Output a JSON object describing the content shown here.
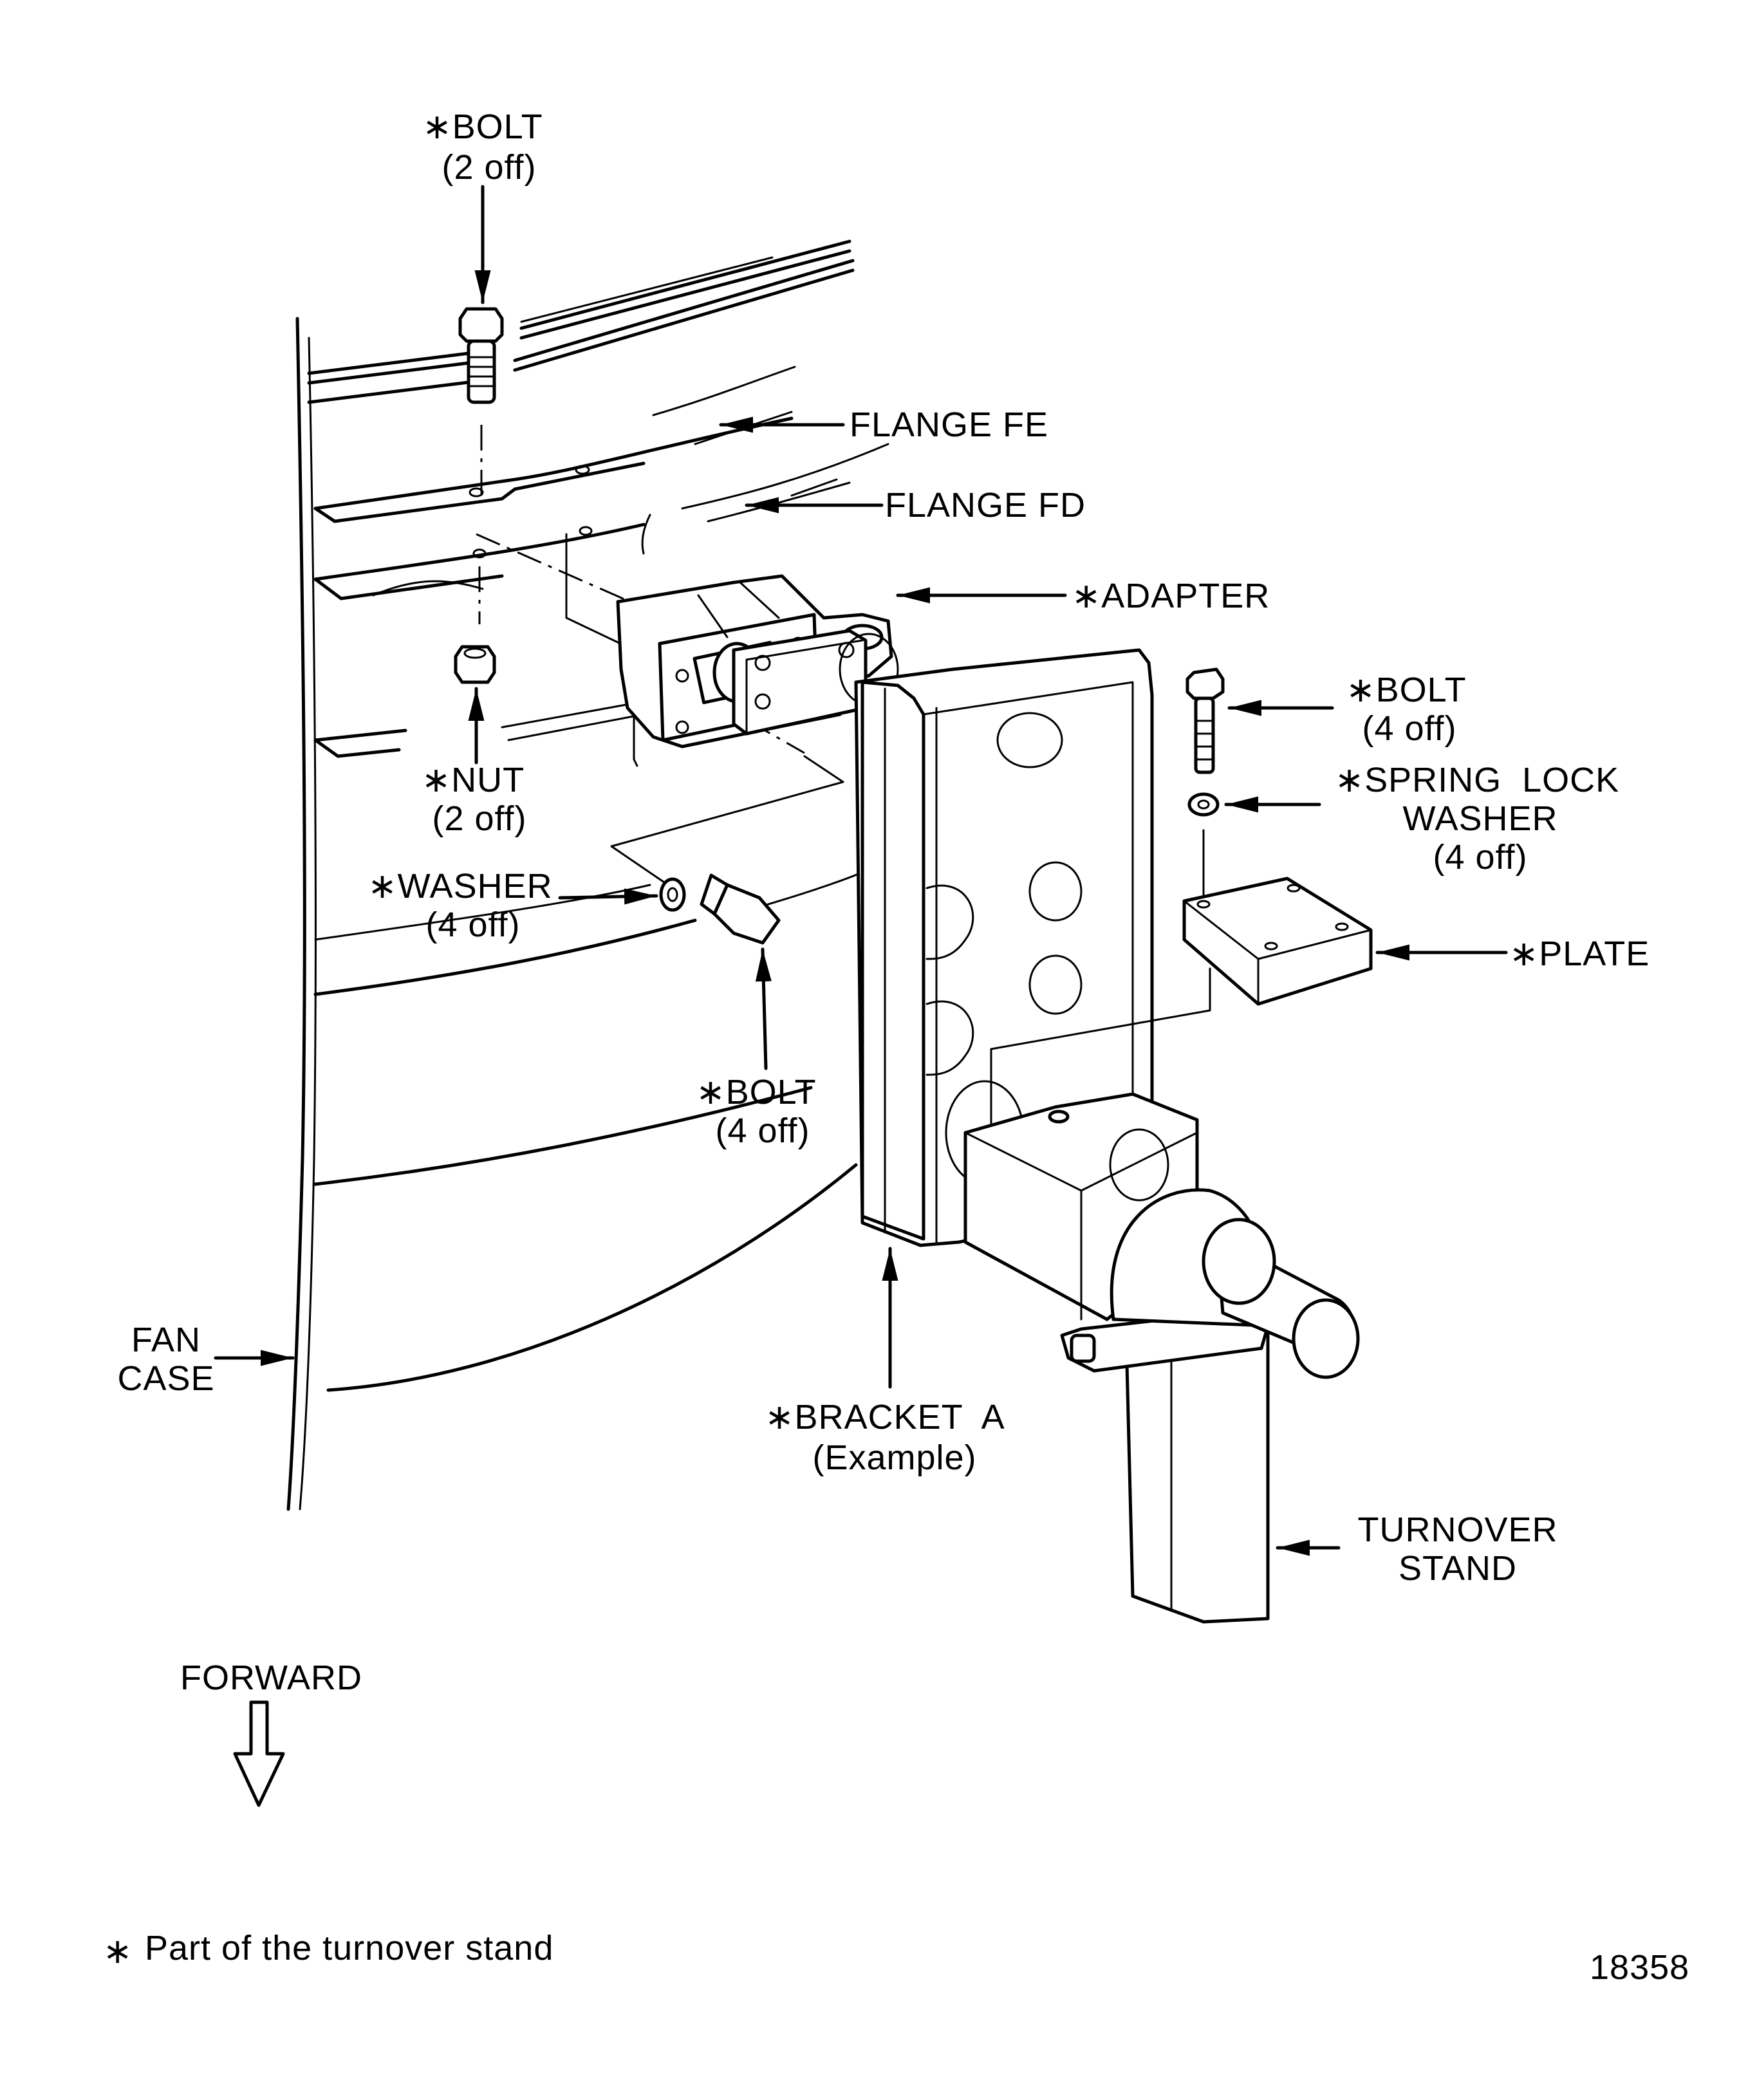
{
  "figure_number": "18358",
  "footnote": {
    "marker": "∗",
    "text": "Part of the turnover stand"
  },
  "orientation": {
    "label": "FORWARD",
    "icon": "hollow-down-arrow-icon"
  },
  "callouts": {
    "bolt_top": {
      "name": "∗BOLT",
      "qty": "(2 off)"
    },
    "flange_fe": {
      "name": "FLANGE FE"
    },
    "flange_fd": {
      "name": "FLANGE FD"
    },
    "adapter": {
      "name": "∗ADAPTER"
    },
    "bolt_right": {
      "name": "∗BOLT",
      "qty": "(4 off)"
    },
    "spring_lock_washer": {
      "name": "∗SPRING  LOCK",
      "name2": "WASHER",
      "qty": "(4 off)"
    },
    "plate": {
      "name": "∗PLATE"
    },
    "nut": {
      "name": "∗NUT",
      "qty": "(2 off)"
    },
    "washer": {
      "name": "∗WASHER",
      "qty": "(4 off)"
    },
    "bolt_lower": {
      "name": "∗BOLT",
      "qty": "(4 off)"
    },
    "fan_case": {
      "name": "FAN",
      "name2": "CASE"
    },
    "bracket_a": {
      "name": "∗BRACKET  A",
      "qty": "(Example)"
    },
    "turnover_stand": {
      "name": "TURNOVER",
      "name2": "STAND"
    }
  }
}
